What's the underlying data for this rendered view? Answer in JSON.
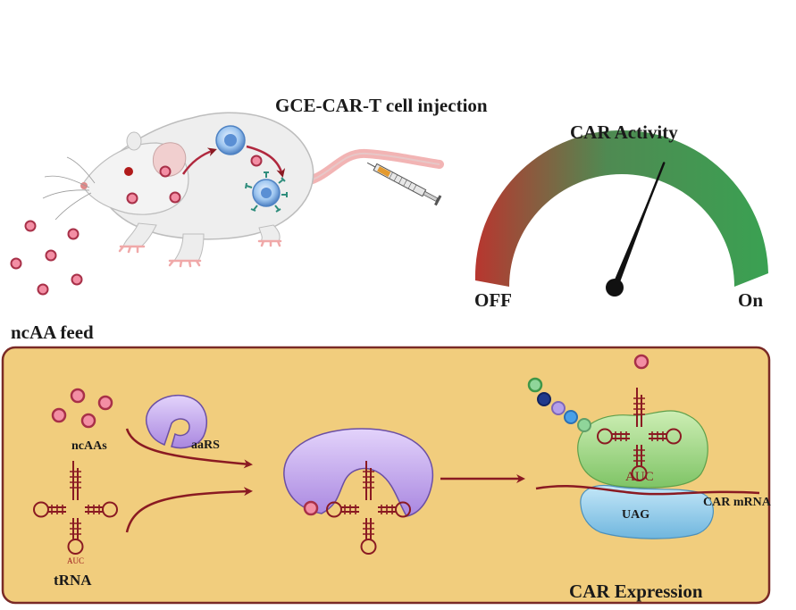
{
  "top": {
    "injection_label": "GCE-CAR-T cell injection",
    "feed_label": "ncAA feed"
  },
  "gauge": {
    "title": "CAR Activity",
    "off_label": "OFF",
    "on_label": "On",
    "needle_level": 0.62,
    "colors": {
      "low": "#b8362f",
      "mid": "#4f8a52",
      "high": "#3aa152"
    }
  },
  "panel": {
    "background": "#f1cd7d",
    "border_color": "#7a2a26",
    "ncaas_label": "ncAAs",
    "aars_label": "aaRS",
    "trna_label": "tRNA",
    "anticodon_label": "AUC",
    "ribosome_anticodon_label": "AUC",
    "codon_label": "UAG",
    "mrna_label": "CAR mRNA",
    "expression_label": "CAR Expression"
  },
  "colors": {
    "accent_red": "#8a1a22",
    "ncaa_fill": "#f38ea4",
    "enzyme": "#c4a6f0",
    "ribosome_large": "#a6dd8f",
    "ribosome_small": "#8fcbea"
  }
}
